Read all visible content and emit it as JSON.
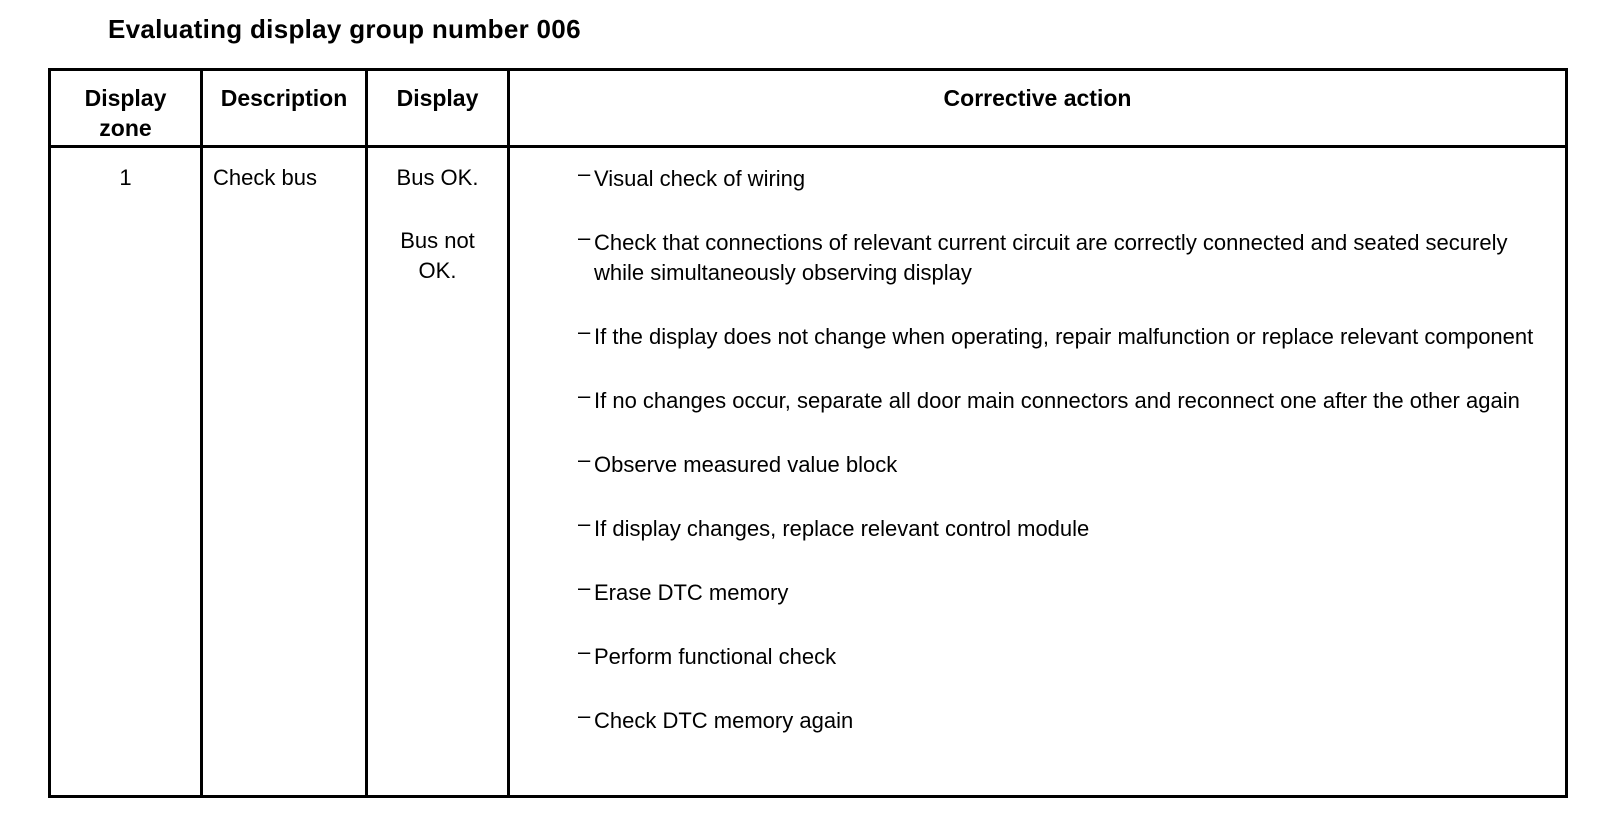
{
  "title": "Evaluating display group number 006",
  "bullet_char": "–",
  "colors": {
    "ink": "#000000",
    "background": "#ffffff"
  },
  "table": {
    "headers": [
      "Display zone",
      "Description",
      "Display",
      "Corrective action"
    ],
    "rows": [
      {
        "display_zone": "1",
        "description": "Check bus",
        "display_states": [
          "Bus OK.",
          "Bus not OK."
        ],
        "corrective_actions": [
          "Visual check of wiring",
          "Check that connections of relevant current circuit are correctly connected and seated securely while simultaneously observing display",
          "If the display does not change when operating, repair malfunction or replace relevant component",
          "If no changes occur, separate all door main connectors and reconnect one after the other again",
          "Observe measured value block",
          "If display changes, replace relevant control module",
          "Erase DTC memory",
          "Perform functional check",
          "Check DTC memory again"
        ]
      }
    ]
  }
}
